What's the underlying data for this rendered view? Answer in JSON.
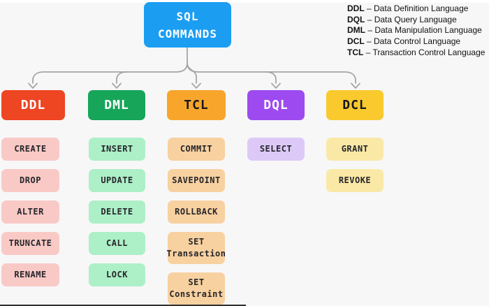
{
  "root": {
    "line1": "SQL",
    "line2": "COMMANDS"
  },
  "legend": {
    "separator": "–",
    "items": [
      {
        "abbr": "DDL",
        "name": "Data Definition Language"
      },
      {
        "abbr": "DQL",
        "name": "Data Query Language"
      },
      {
        "abbr": "DML",
        "name": "Data Manipulation Language"
      },
      {
        "abbr": "DCL",
        "name": "Data Control Language"
      },
      {
        "abbr": "TCL",
        "name": "Transaction Control Language"
      }
    ]
  },
  "columns": [
    {
      "label": "DDL",
      "color": "#ee4523",
      "label_color": "#ffffff",
      "item_color": "#f9c9c6",
      "items": [
        "CREATE",
        "DROP",
        "ALTER",
        "TRUNCATE",
        "RENAME"
      ]
    },
    {
      "label": "DML",
      "color": "#17a559",
      "label_color": "#ffffff",
      "item_color": "#adefc7",
      "items": [
        "INSERT",
        "UPDATE",
        "DELETE",
        "CALL",
        "LOCK"
      ]
    },
    {
      "label": "TCL",
      "color": "#f8a62b",
      "label_color": "#17171c",
      "item_color": "#f8d1a0",
      "items": [
        "COMMIT",
        "SAVEPOINT",
        "ROLLBACK",
        "SET\nTransaction",
        "SET\nConstraint"
      ]
    },
    {
      "label": "DQL",
      "color": "#9d4bf0",
      "label_color": "#ffffff",
      "item_color": "#ddc9f7",
      "items": [
        "SELECT"
      ]
    },
    {
      "label": "DCL",
      "color": "#f9c92e",
      "label_color": "#17171c",
      "item_color": "#fae9a6",
      "items": [
        "GRANT",
        "REVOKE"
      ]
    }
  ],
  "colors": {
    "background": "#f7f7f8",
    "root_node": "#1b9ef2",
    "connector": "#a5a5a5",
    "legend_text": "#111111",
    "bottom_edge": "#2e2e2e"
  }
}
